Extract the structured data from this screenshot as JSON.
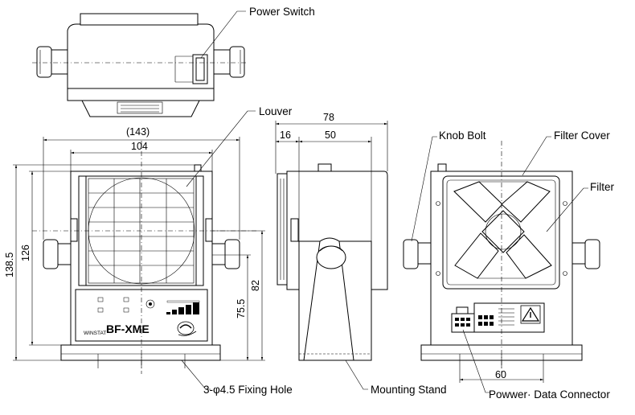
{
  "labels": {
    "power_switch": "Power Switch",
    "louver": "Louver",
    "knob_bolt": "Knob Bolt",
    "filter_cover": "Filter Cover",
    "filter": "Filter",
    "fixing_hole": "3-φ4.5 Fixing Hole",
    "mounting_stand": "Mounting  Stand",
    "connector": "Powwer· Data Connector"
  },
  "dimensions": {
    "overall_width": "(143)",
    "body_width": "104",
    "overall_height": "138.5",
    "body_height": "126",
    "stand_height": "82",
    "axis_height": "75.5",
    "depth": "78",
    "depth_a": "16",
    "depth_b": "50",
    "hole_pitch": "60"
  },
  "panel": {
    "model": "BF-XME",
    "brand": "WINSTAT"
  }
}
